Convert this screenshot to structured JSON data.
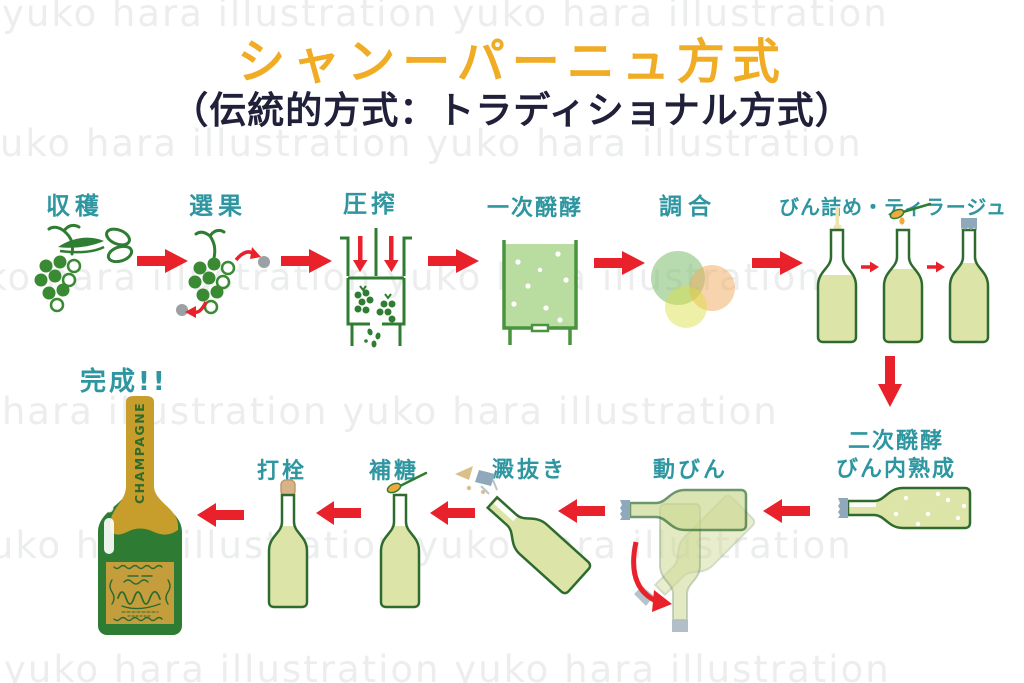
{
  "watermark": {
    "text": "yuko hara illustration",
    "pair": "yuko hara illustration  yuko hara illustration"
  },
  "header": {
    "title": "シャンーパーニュ方式",
    "subtitle": "（伝統的方式：トラディショナル方式）"
  },
  "steps": {
    "harvest": "収穫",
    "sorting": "選果",
    "pressing": "圧搾",
    "primary_fermentation": "一次醗酵",
    "blending": "調合",
    "bottling": "びん詰め・ティラージュ",
    "secondary_fermentation_line1": "二次醗酵",
    "secondary_fermentation_line2": "びん内熟成",
    "riddling": "動びん",
    "disgorging": "澱抜き",
    "dosage": "補糖",
    "corking": "打栓",
    "complete": "完成!!"
  },
  "bottle": {
    "foil_text": "CHAMPAGNE"
  },
  "colors": {
    "title_yellow": "#f0ac24",
    "subtitle_ink": "#20203a",
    "label_teal": "#2e96a0",
    "arrow_red": "#e8212b",
    "grape_green": "#3a8a33",
    "outline_green": "#2f6b2f",
    "bottle_liquid": "#dce4a8",
    "tank_liquid": "#b9dca1",
    "foil_gold": "#c79e2c",
    "champagne_green": "#2e7c33",
    "crown_cap": "#8fa8bb",
    "cork_tan": "#d8b389"
  }
}
